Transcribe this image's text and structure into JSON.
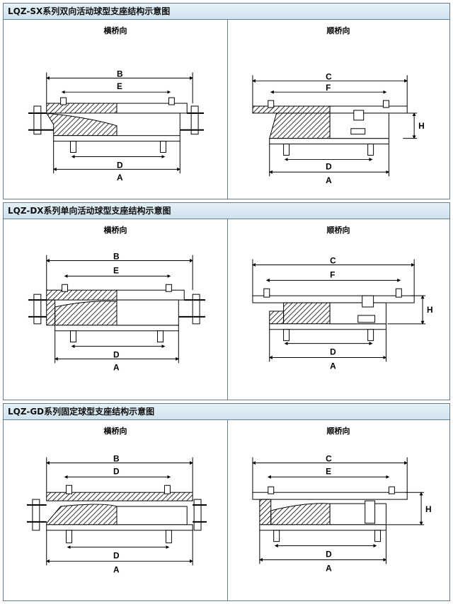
{
  "sections": [
    {
      "title": "LQZ-SX系列双向活动球型支座结构示意图",
      "left_label": "横桥向",
      "right_label": "顺桥向",
      "left_dims": {
        "top_outer": "B",
        "top_inner": "E",
        "bottom_inner": "D",
        "bottom_outer": "A"
      },
      "right_dims": {
        "top_outer": "C",
        "top_inner": "F",
        "bottom_inner": "D",
        "bottom_outer": "A",
        "height": "H"
      }
    },
    {
      "title": "LQZ-DX系列单向活动球型支座结构示意图",
      "left_label": "横桥向",
      "right_label": "顺桥向",
      "left_dims": {
        "top_outer": "B",
        "top_inner": "E",
        "bottom_inner": "D",
        "bottom_outer": "A"
      },
      "right_dims": {
        "top_outer": "C",
        "top_inner": "F",
        "bottom_inner": "D",
        "bottom_outer": "A",
        "height": "H"
      }
    },
    {
      "title": "LQZ-GD系列固定球型支座结构示意图",
      "left_label": "横桥向",
      "right_label": "顺桥向",
      "left_dims": {
        "top_outer": "B",
        "top_inner": "D",
        "bottom_inner": "D",
        "bottom_outer": "A"
      },
      "right_dims": {
        "top_outer": "C",
        "top_inner": "E",
        "bottom_inner": "D",
        "bottom_outer": "A",
        "height": "H"
      }
    }
  ]
}
